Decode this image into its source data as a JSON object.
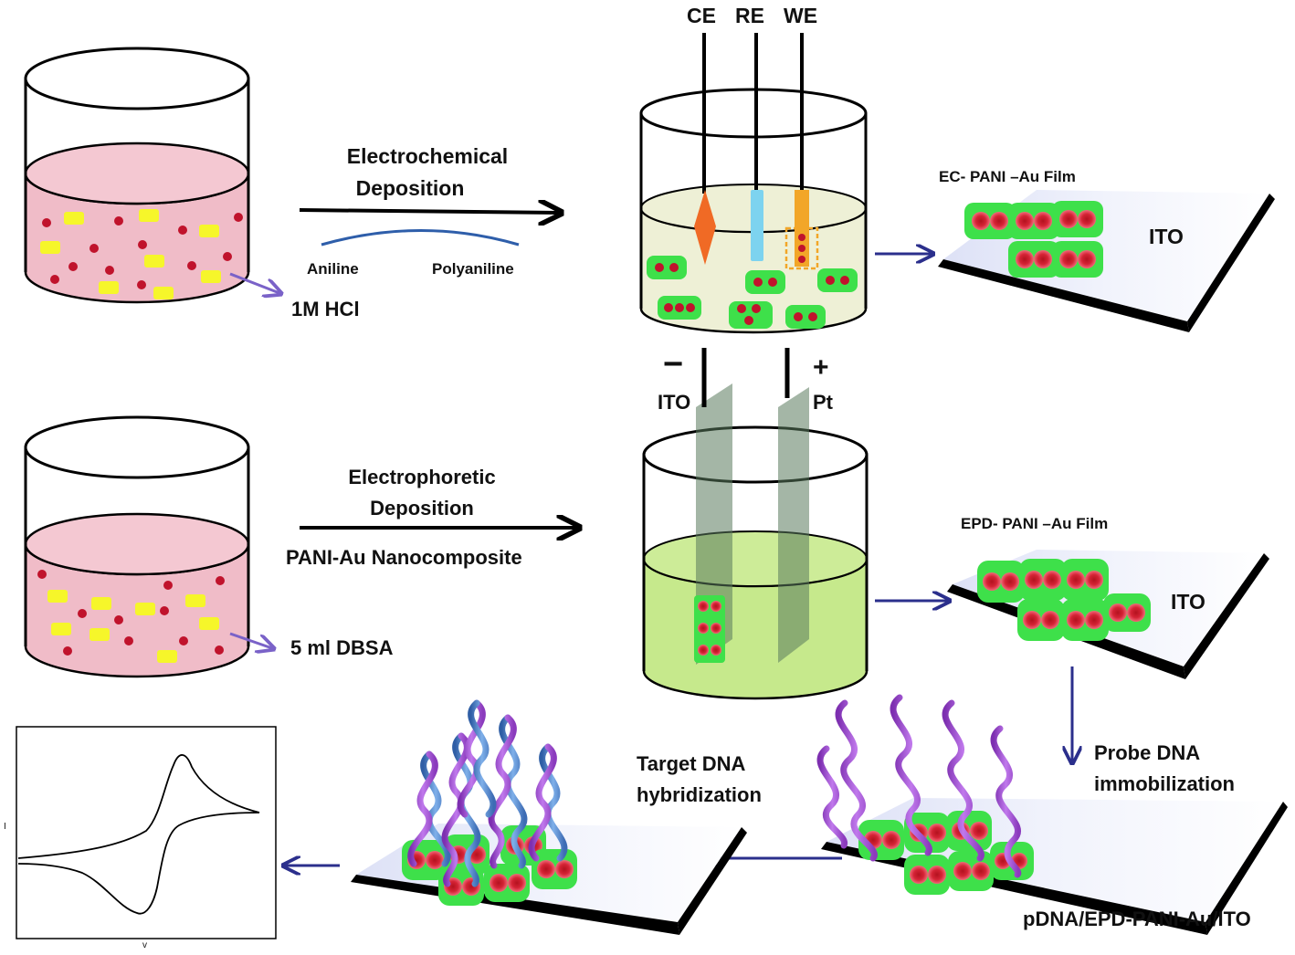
{
  "electrodes": {
    "ce": "CE",
    "re": "RE",
    "we": "WE"
  },
  "step1": {
    "arrow_line1": "Electrochemical",
    "arrow_line2": "Deposition",
    "monomer": "Aniline",
    "polymer": "Polyaniline",
    "solution": "1M HCl",
    "film_label": "EC- PANI –Au Film",
    "substrate": "ITO"
  },
  "epd_cell": {
    "minus": "−",
    "plus": "+",
    "left_electrode": "ITO",
    "right_electrode": "Pt"
  },
  "step2": {
    "arrow_line1": "Electrophoretic",
    "arrow_line2": "Deposition",
    "material": "PANI-Au Nanocomposite",
    "solution": "5 ml DBSA",
    "film_label": "EPD- PANI –Au Film",
    "substrate": "ITO"
  },
  "step3": {
    "line1": "Probe DNA",
    "line2": "immobilization",
    "electrode_label": "pDNA/EPD-PANI-Au/ITO"
  },
  "step4": {
    "line1": "Target DNA",
    "line2": "hybridization"
  },
  "cv_plot": {
    "xlabel": "v",
    "ylabel": "I"
  },
  "colors": {
    "solution_pink": "#f0bcc8",
    "solution_green_pale": "#eef0d6",
    "solution_green": "#c6e98c",
    "nanoparticle_red": "#c0132c",
    "nanoparticle_yellow": "#f6f62a",
    "composite_green": "#3ee04a",
    "arrow_blue": "#2b2f8c",
    "probe_dna": "#a658d8",
    "target_dna": "#4f82c8"
  }
}
